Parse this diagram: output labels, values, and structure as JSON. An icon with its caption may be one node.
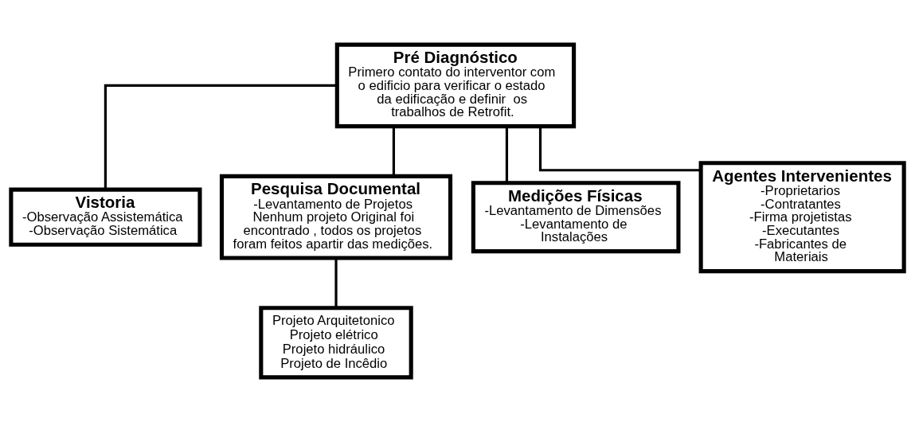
{
  "diagram": {
    "nodes": [
      {
        "text": [
          "Pré Diagnóstico",
          "Primero contato do interventor com o edificio para verificar o estado da edificação e definir  os trabalhos de Retrofit."
        ]
      },
      {
        "text": [
          "Vistoria",
          "-Observação Assistemática",
          "-Observação Sistemática"
        ]
      },
      {
        "text": [
          "Pesquisa Documental",
          "-Levantamento de Projetos",
          "Nenhum projeto Original foi encontrado , todos os projetos foram feitos apartir das medições."
        ]
      },
      {
        "text": [
          "Medições Físicas",
          "-Levantamento de Dimensões",
          "-Levantamento de Instalações"
        ]
      },
      {
        "text": [
          "Agentes Intervenientes",
          "-Proprietarios",
          "-Contratantes",
          "-Firma projetistas",
          "-Executantes",
          "-Fabricantes de Materiais"
        ]
      },
      {
        "text": [
          "Projeto Arquitetonico",
          "Projeto elétrico",
          "Projeto hidráulico",
          "Projeto de Incêdio"
        ]
      }
    ],
    "edges": [
      {
        "from": 0,
        "to": 1,
        "arrow": "none"
      },
      {
        "from": 0,
        "to": 2,
        "arrow": "none"
      },
      {
        "from": 0,
        "to": 3,
        "arrow": "none"
      },
      {
        "from": 0,
        "to": 4,
        "arrow": "none"
      },
      {
        "from": 2,
        "to": 5,
        "arrow": "none"
      }
    ]
  }
}
